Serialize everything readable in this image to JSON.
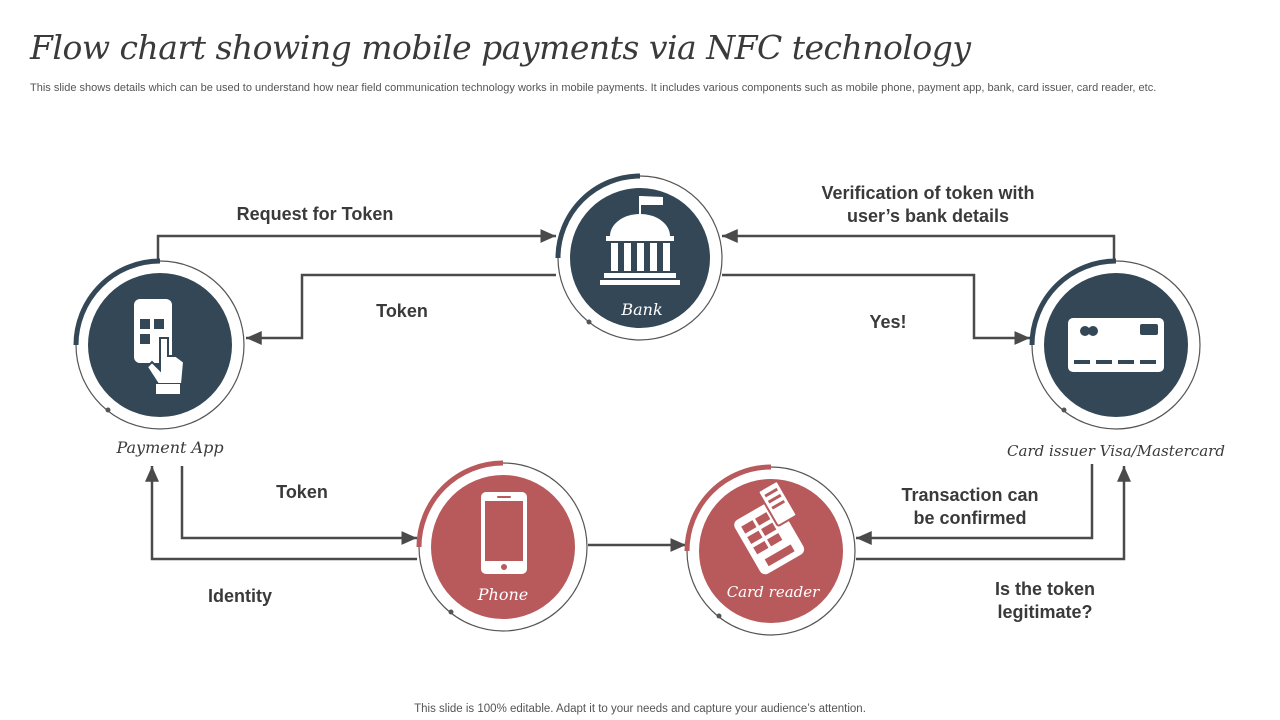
{
  "header": {
    "title": "Flow chart showing mobile payments via NFC technology",
    "subtitle": "This slide shows details which can be used to understand how near field communication technology works in mobile payments. It includes various components such as mobile phone, payment app, bank,  card issuer, card reader, etc."
  },
  "nodes": {
    "bank": "Bank",
    "payment_app": "Payment App",
    "card_issuer": "Card issuer Visa/Mastercard",
    "phone": "Phone",
    "card_reader": "Card reader"
  },
  "edges": {
    "request_for_token": "Request for Token",
    "token_top": "Token",
    "verification_line1": "Verification of token with",
    "verification_line2": "user’s bank details",
    "yes": "Yes!",
    "token_bottom": "Token",
    "identity": "Identity",
    "transaction_line1": "Transaction can",
    "transaction_line2": "be confirmed",
    "legit_line1": "Is the token",
    "legit_line2": "legitimate?"
  },
  "footer": {
    "note": "This slide is 100% editable. Adapt it to your needs and capture your audience’s attention."
  },
  "colors": {
    "dark": "#344756",
    "red": "#b85a5c",
    "arrow": "#4a4a4a"
  },
  "icons": {
    "bank": "bank-building-icon",
    "payment_app": "phone-tap-icon",
    "card_issuer": "credit-card-icon",
    "phone": "smartphone-icon",
    "card_reader": "card-reader-icon"
  }
}
